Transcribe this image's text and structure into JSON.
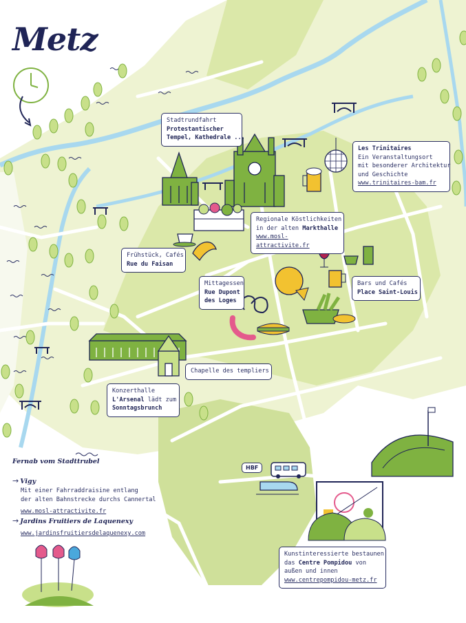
{
  "title": "Metz",
  "colors": {
    "navy": "#1f2456",
    "green": "#7fb241",
    "light_green": "#c8dc8e",
    "pale": "#eef3d2",
    "river": "#a8d8ef"
  },
  "labels": {
    "stadtrundfahrt": {
      "l1": "Stadtrundfahrt",
      "l2": "Protestantischer",
      "l3": "Tempel, Kathedrale ..."
    },
    "trinitaires": {
      "l1": "Les Trinitaires",
      "l2": "Ein Veranstaltungsort",
      "l3": "mit besonderer Architektur",
      "l4": "und Geschichte",
      "url": "www.trinitaires-bam.fr"
    },
    "markthalle": {
      "l1": "Regionale Köstlichkeiten",
      "l2a": "in der alten ",
      "l2b": "Markthalle",
      "url": "www.mosl-attractivite.fr"
    },
    "faisan": {
      "l1": "Frühstück, Cafés",
      "l2": "Rue du Faisan"
    },
    "dupont": {
      "l1": "Mittagessen",
      "l2": "Rue Dupont",
      "l3": "des Loges"
    },
    "saint_louis": {
      "l1": "Bars und Cafés",
      "l2": "Place Saint-Louis"
    },
    "templiers": {
      "l1": "Chapelle des templiers"
    },
    "arsenal": {
      "l1": "Konzerthalle",
      "l2a": "L'Arsenal",
      "l2b": " lädt zum",
      "l3": "Sonntagsbrunch"
    },
    "pompidou": {
      "l1": "Kunstinteressierte bestaunen",
      "l2a": "das ",
      "l2b": "Centre Pompidou",
      "l2c": " von",
      "l3": "außen und innen",
      "url": "www.centrepompidou-metz.fr"
    }
  },
  "hbf": "HBF",
  "sidebar": {
    "heading": "Fernab vom Stadttrubel",
    "vigy": {
      "title": "Vigy",
      "l1": "Mit einer Fahrraddraisine entlang",
      "l2": "der alten Bahnstrecke durchs Cannertal",
      "url": "www.mosl-attractivite.fr"
    },
    "jardins": {
      "title": "Jardins Fruitiers de Laquenexy",
      "url": "www.jardinsfruitiersdelaquenexy.com"
    }
  }
}
